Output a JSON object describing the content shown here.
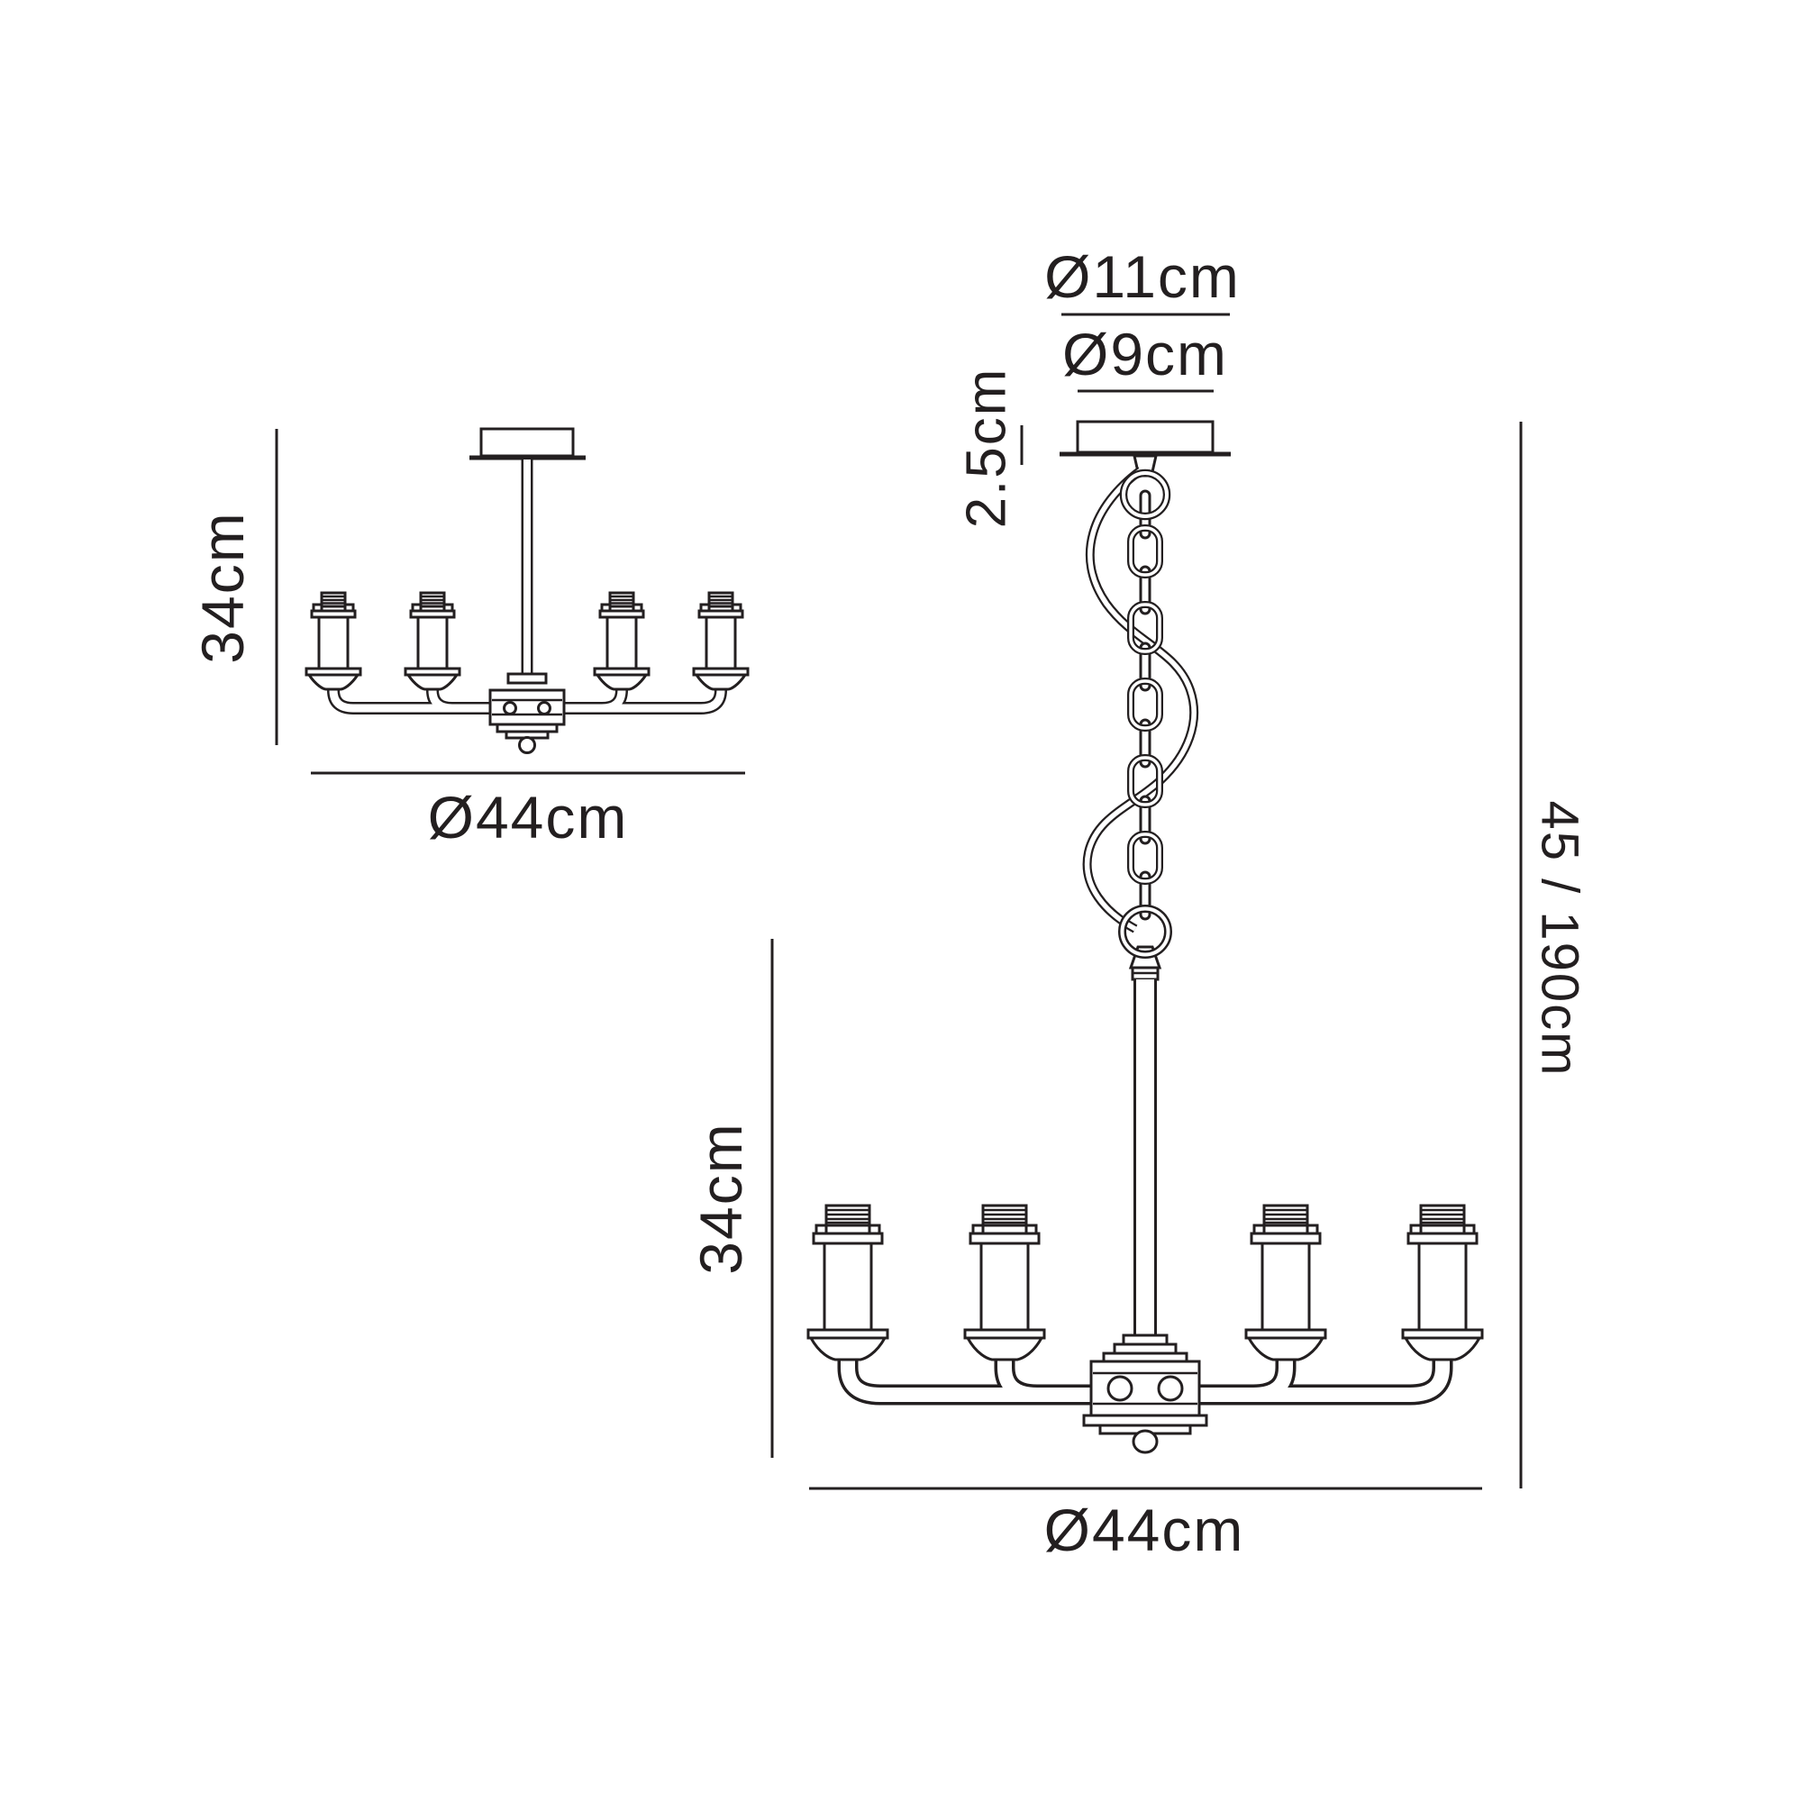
{
  "colors": {
    "line": "#231f20",
    "background": "#ffffff"
  },
  "semi_flush_view": {
    "description": "4-light semi-flush ceiling fixture, front elevation",
    "lights": 4,
    "height": "34cm",
    "diameter": "Ø44cm"
  },
  "pendant_view": {
    "description": "4-light chandelier on chain suspension, front elevation",
    "lights": 4,
    "canopy_outer_diameter": "Ø11cm",
    "canopy_inner_diameter": "Ø9cm",
    "canopy_height": "2.5cm",
    "body_height": "34cm",
    "drop": "45 / 190cm",
    "diameter": "Ø44cm"
  }
}
